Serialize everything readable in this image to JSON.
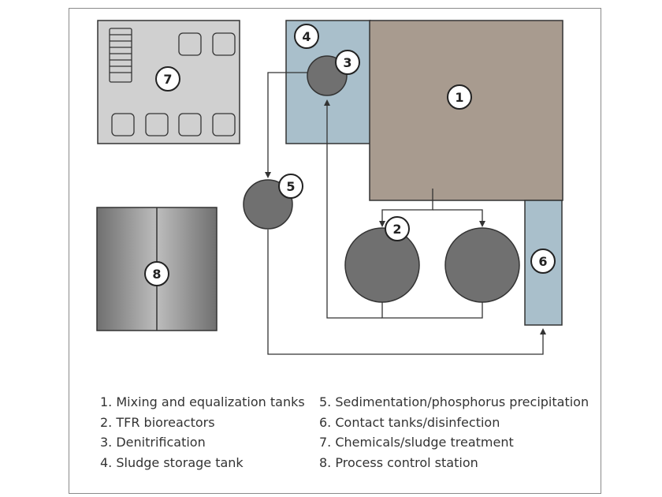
{
  "diagram": {
    "markers": [
      "1",
      "2",
      "3",
      "4",
      "5",
      "6",
      "7",
      "8"
    ],
    "colors": {
      "basin": "#a89b8f",
      "light_blue": "#a9bfcb",
      "dark_tank": "#707070",
      "chem_area": "#d0d0d0",
      "outline": "#333333",
      "marker_fill": "#ffffff"
    }
  },
  "legend": {
    "left": [
      "1. Mixing and equalization tanks",
      "2. TFR bioreactors",
      "3. Denitrification",
      "4. Sludge storage tank"
    ],
    "right": [
      "5. Sedimentation/phosphorus precipitation",
      "6. Contact tanks/disinfection",
      "7. Chemicals/sludge treatment",
      "8. Process control station"
    ]
  }
}
